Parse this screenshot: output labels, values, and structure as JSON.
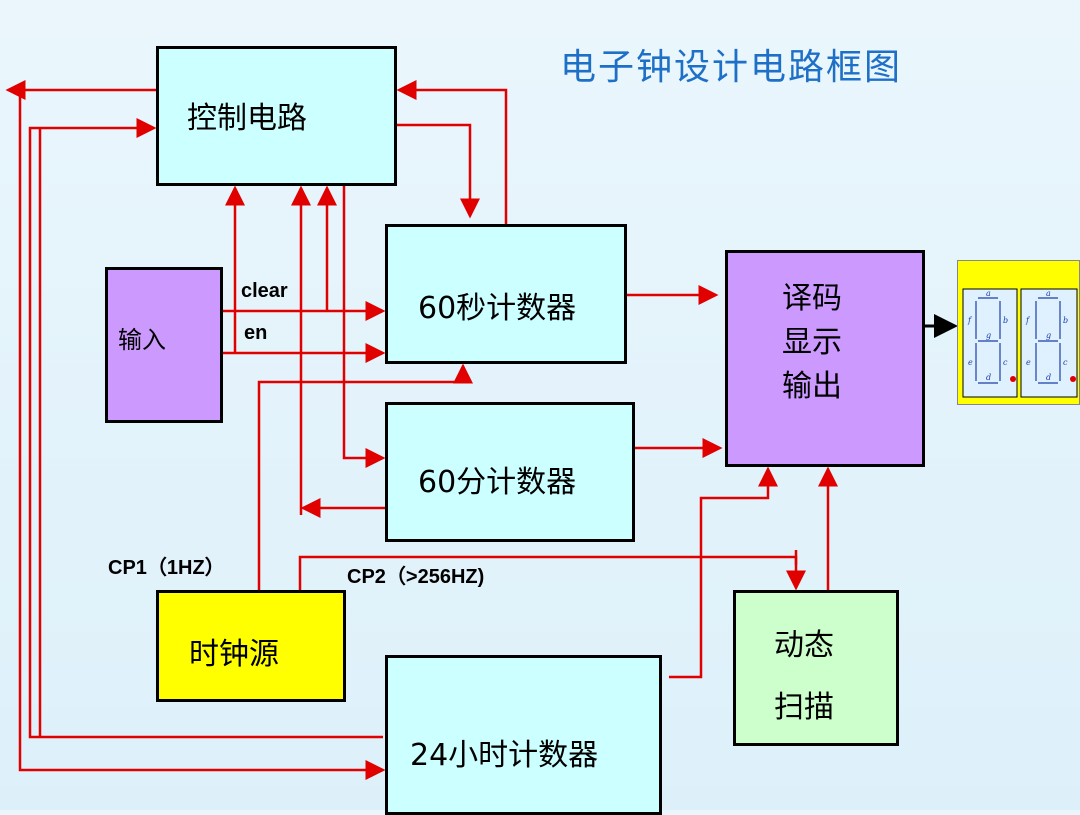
{
  "title": "电子钟设计电路框图",
  "blocks": {
    "control": "控制电路",
    "input": "输入",
    "sec_counter": "60秒计数器",
    "min_counter": "60分计数器",
    "hour_counter": "24小时计数器",
    "decode_line1": "译码",
    "decode_line2": "显示",
    "decode_line3": "输出",
    "clock_source": "时钟源",
    "scan_line1": "动态",
    "scan_line2": "扫描"
  },
  "signals": {
    "clear": "clear",
    "en": "en",
    "cp1": "CP1（1HZ）",
    "cp2": "CP2（>256HZ)"
  },
  "display": {
    "segment_letters": [
      "a",
      "b",
      "c",
      "d",
      "e",
      "f",
      "g"
    ]
  },
  "colors": {
    "wire": "#e00000",
    "title": "#1e6fc7",
    "cyan_box": "#ccffff",
    "purple_box": "#cc99ff",
    "yellow_box": "#ffff00",
    "green_box": "#ccffcc"
  }
}
